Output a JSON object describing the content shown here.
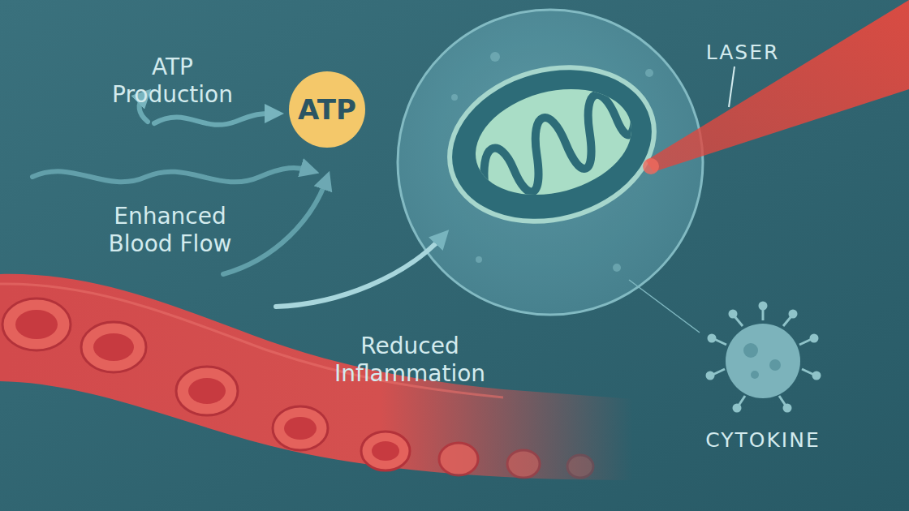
{
  "diagram": {
    "nodes": [
      {
        "text": [
          "ATP"
        ]
      }
    ],
    "labels": [
      "ATP Production",
      "LASER",
      "Enhanced Blood Flow",
      "Reduced Inflammation",
      "CYTOKINE"
    ]
  }
}
